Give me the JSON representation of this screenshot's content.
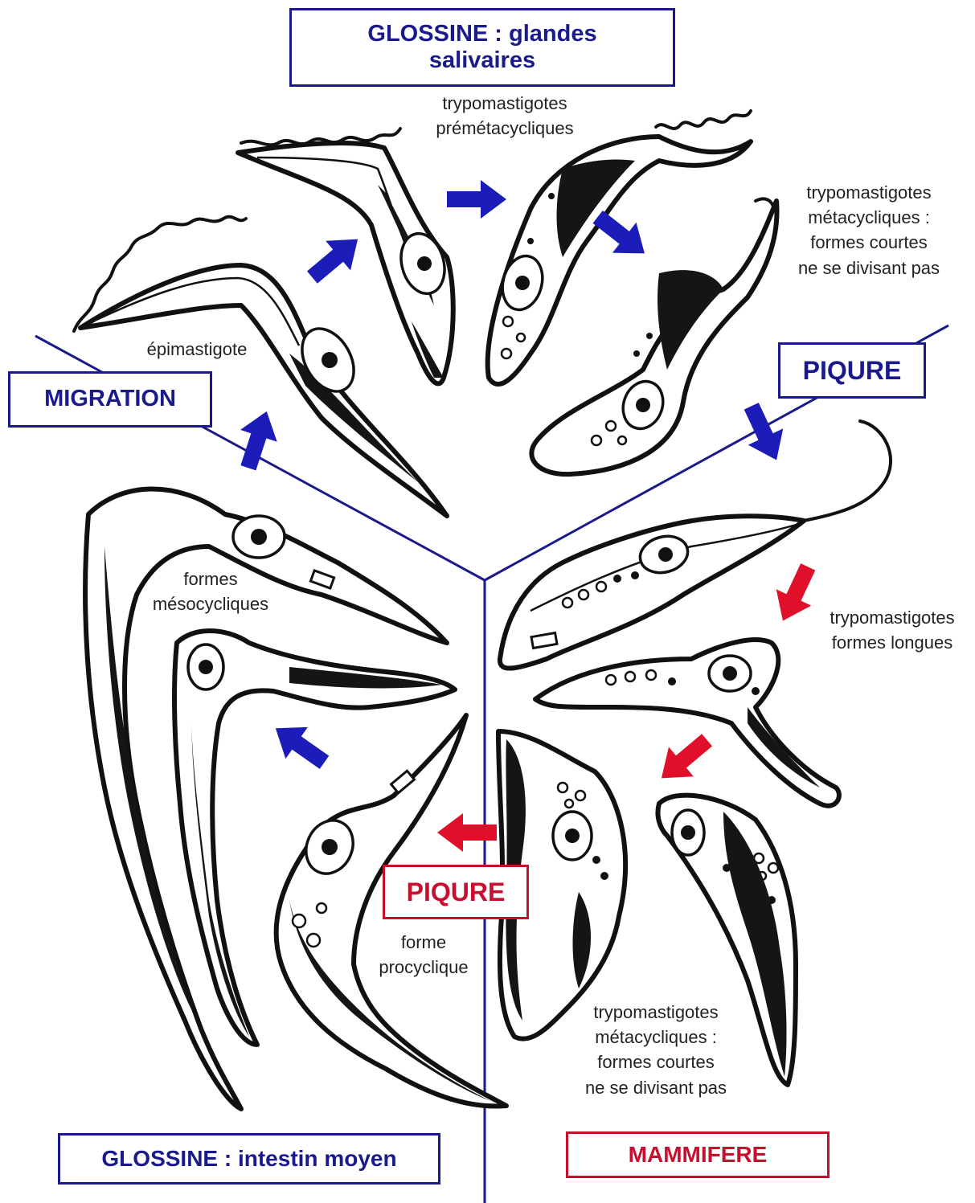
{
  "boxes": {
    "salivary": "GLOSSINE : glandes\nsalivaires",
    "migration": "MIGRATION",
    "piqure_top": "PIQURE",
    "piqure_bottom": "PIQURE",
    "midgut": "GLOSSINE : intestin moyen",
    "mammal": "MAMMIFERE"
  },
  "labels": {
    "premetacyclic": "trypomastigotes\nprémétacycliques",
    "metacyclic_top": "trypomastigotes\nmétacycliques :\nformes courtes\nne se divisant pas",
    "epimastigote": "épimastigote",
    "mesocyclic": "formes\nmésocycliques",
    "long_forms": "trypomastigotes\nformes longues",
    "procyclic": "forme\nprocyclique",
    "metacyclic_bottom": "trypomastigotes\nmétacycliques :\nformes courtes\nne se divisant pas"
  },
  "colors": {
    "blue": "#1a1a8c",
    "blue_arrow": "#1c1cb8",
    "red": "#c8102e",
    "red_arrow": "#e0102a",
    "ink": "#111111"
  }
}
